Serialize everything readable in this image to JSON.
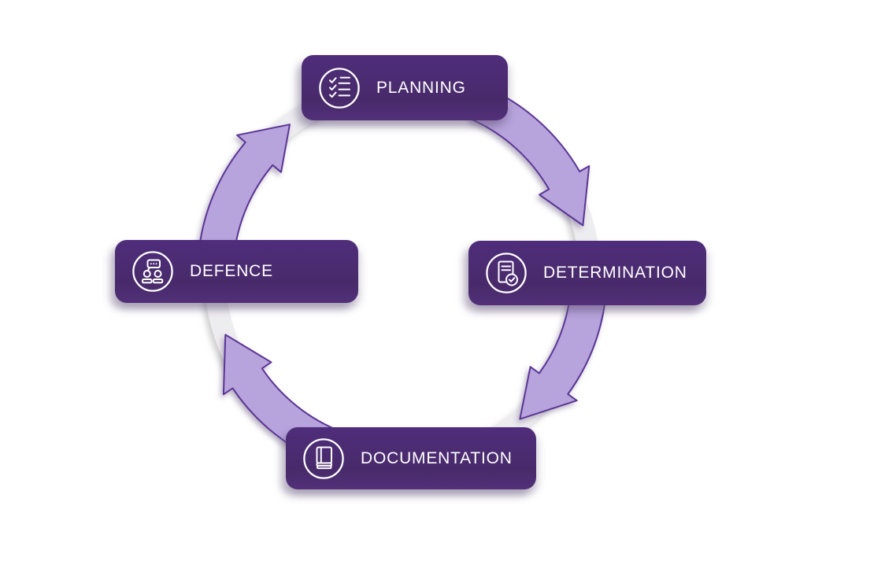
{
  "diagram": {
    "type": "cycle",
    "direction": "clockwise",
    "steps": [
      {
        "label": "PLANNING",
        "icon": "checklist-icon",
        "position": "top"
      },
      {
        "label": "DETERMINATION",
        "icon": "document-check-icon",
        "position": "right"
      },
      {
        "label": "DOCUMENTATION",
        "icon": "book-icon",
        "position": "bottom"
      },
      {
        "label": "DEFENCE",
        "icon": "discussion-icon",
        "position": "left"
      }
    ],
    "colors": {
      "box": "#4B2A72",
      "arrow_fill": "#B7A4DC",
      "arrow_stroke": "#5C3596",
      "ring": "#EDECEF",
      "text": "#FFFFFF",
      "background": "#FFFFFF"
    }
  }
}
